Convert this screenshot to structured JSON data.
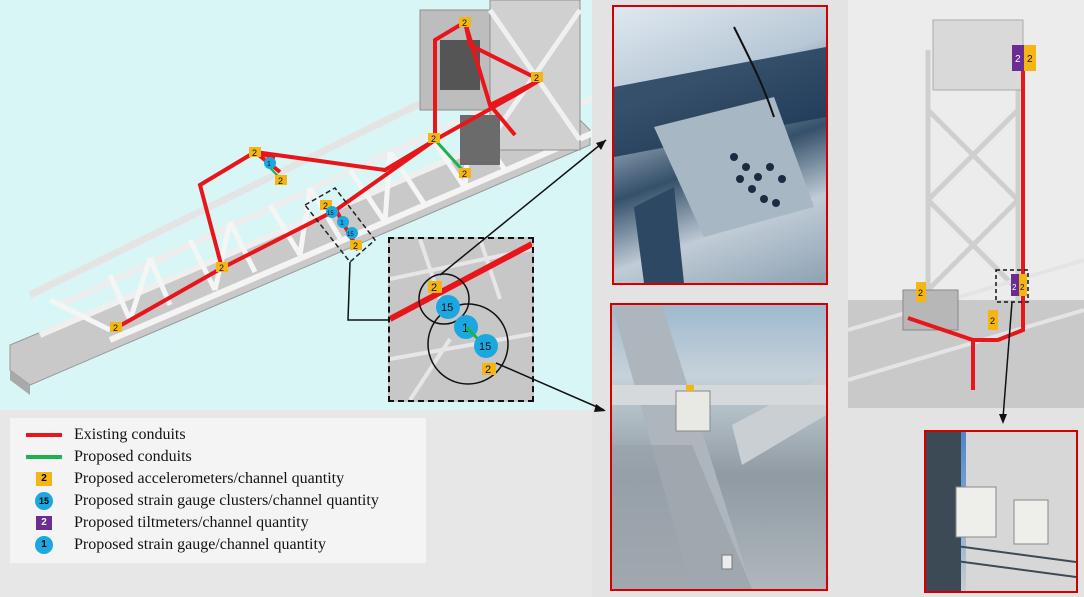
{
  "legend": {
    "items": [
      {
        "symbol": "line",
        "color": "#e8161b",
        "label": "Existing conduits"
      },
      {
        "symbol": "line",
        "color": "#1db24a",
        "label": "Proposed conduits"
      },
      {
        "symbol": "square",
        "color": "#f4b614",
        "text": "2",
        "label": "Proposed accelerometers/channel quantity"
      },
      {
        "symbol": "circle",
        "color": "#1ba8e0",
        "text": "15",
        "label": "Proposed strain gauge clusters/channel quantity"
      },
      {
        "symbol": "square",
        "color": "#6a2d91",
        "text": "2",
        "label": "Proposed tiltmeters/channel quantity"
      },
      {
        "symbol": "circle",
        "color": "#1ba8e0",
        "text": "1",
        "label": "Proposed strain gauge/channel quantity"
      }
    ]
  },
  "markers": {
    "accel_2": "2",
    "cluster_15": "15",
    "gauge_1": "1",
    "tilt_2": "2"
  },
  "colors": {
    "existing": "#e8161b",
    "proposed": "#1db24a",
    "accelerometer": "#f4b614",
    "strain": "#1ba8e0",
    "tiltmeter": "#6a2d91",
    "photo_border": "#d40000"
  }
}
